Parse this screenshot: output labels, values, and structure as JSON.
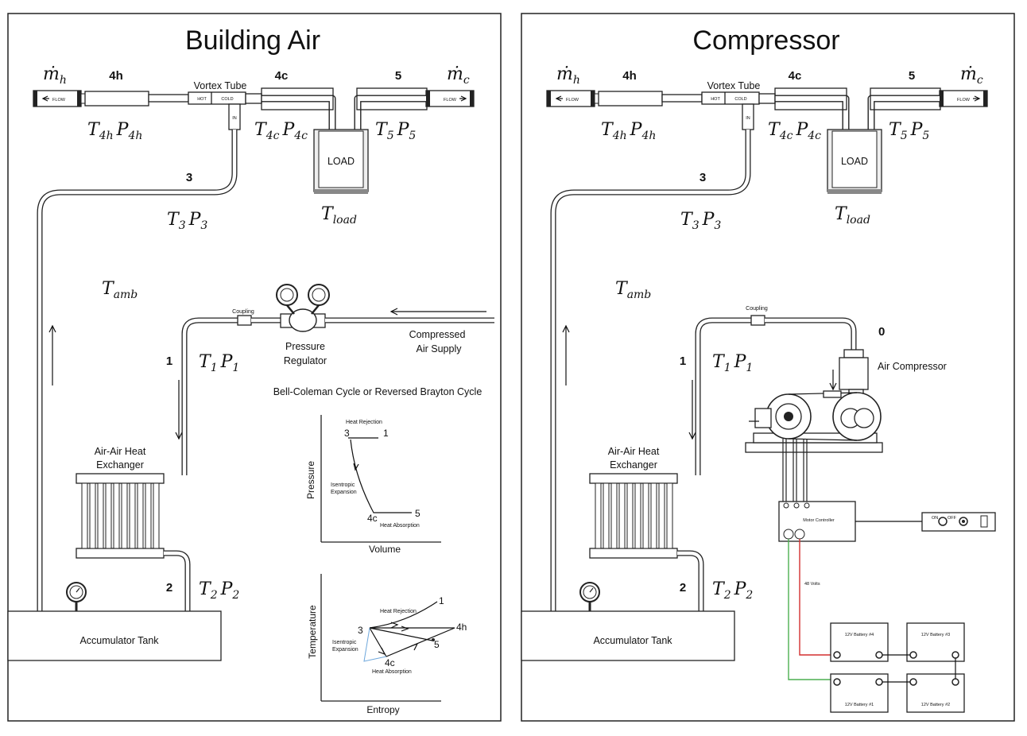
{
  "panels": {
    "left": {
      "title": "Building Air",
      "source_label_1": "Pressure",
      "source_label_2": "Regulator",
      "supply_label_1": "Compressed",
      "supply_label_2": "Air Supply",
      "cycle_label": "Bell-Coleman Cycle   or   Reversed Brayton Cycle",
      "pv_chart": {
        "xlabel": "Volume",
        "ylabel": "Pressure",
        "points": [
          "3",
          "1",
          "4c",
          "5"
        ],
        "annotations": [
          "Heat Rejection",
          "Isentropic",
          "Expansion",
          "Heat Absorption"
        ]
      },
      "ts_chart": {
        "xlabel": "Entropy",
        "ylabel": "Temperature",
        "points": [
          "3",
          "1",
          "4h",
          "5",
          "4c"
        ],
        "annotations": [
          "Heat Rejection",
          "Isentropic",
          "Expansion",
          "Heat Absorption"
        ]
      }
    },
    "right": {
      "title": "Compressor",
      "state_0": "0",
      "compressor_label": "Air Compressor",
      "controller_label": "Motor Controller",
      "voltage_label": "48 Volts",
      "batteries": [
        "12V Battery #4",
        "12V Battery #3",
        "12V Battery #1",
        "12V Battery #2"
      ],
      "switch_labels": [
        "ON",
        "OFF"
      ]
    }
  },
  "common": {
    "mdot_h": "ṁ",
    "mdot_h_sub": "h",
    "mdot_c": "ṁ",
    "mdot_c_sub": "c",
    "state_4h": "4h",
    "state_4c": "4c",
    "state_5": "5",
    "state_3": "3",
    "state_1": "1",
    "state_2": "2",
    "vortex_tube": "Vortex Tube",
    "hot": "HOT",
    "cold": "COLD",
    "in": "IN",
    "flow": "FLOW",
    "load": "LOAD",
    "T4h": "T",
    "T4h_sub": "4h",
    "P4h": "P",
    "P4h_sub": "4h",
    "T4c": "T",
    "T4c_sub": "4c",
    "P4c": "P",
    "P4c_sub": "4c",
    "T5": "T",
    "T5_sub": "5",
    "P5": "P",
    "P5_sub": "5",
    "T3": "T",
    "T3_sub": "3",
    "P3": "P",
    "P3_sub": "3",
    "Tload": "T",
    "Tload_sub": "load",
    "Tamb": "T",
    "Tamb_sub": "amb",
    "T1": "T",
    "T1_sub": "1",
    "P1": "P",
    "P1_sub": "1",
    "T2": "T",
    "T2_sub": "2",
    "P2": "P",
    "P2_sub": "2",
    "coupling": "Coupling",
    "hx_label_1": "Air-Air Heat",
    "hx_label_2": "Exchanger",
    "tank": "Accumulator Tank"
  }
}
